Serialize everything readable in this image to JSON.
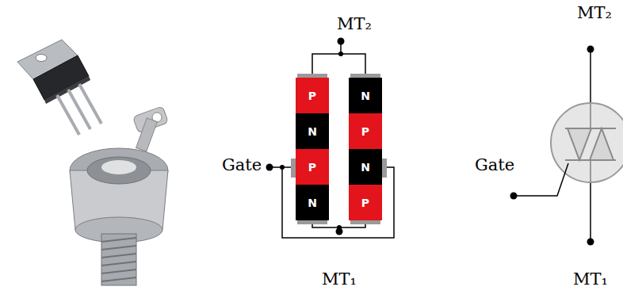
{
  "diagram": {
    "nodes": [
      {
        "text": [
          "P"
        ]
      },
      {
        "text": [
          "N"
        ]
      },
      {
        "text": [
          "P"
        ]
      },
      {
        "text": [
          "N"
        ]
      },
      {
        "text": [
          "N"
        ]
      },
      {
        "text": [
          "P"
        ]
      },
      {
        "text": [
          "N"
        ]
      },
      {
        "text": [
          "P"
        ]
      }
    ],
    "edges": [
      {
        "from": 0,
        "to": 4,
        "arrow": "none"
      },
      {
        "from": 3,
        "to": 7,
        "arrow": "none"
      },
      {
        "from": 2,
        "to": 6,
        "arrow": "none"
      }
    ],
    "labels": [
      "MT₂",
      "Gate",
      "MT₁",
      "MT₂",
      "Gate",
      "MT₁"
    ]
  }
}
